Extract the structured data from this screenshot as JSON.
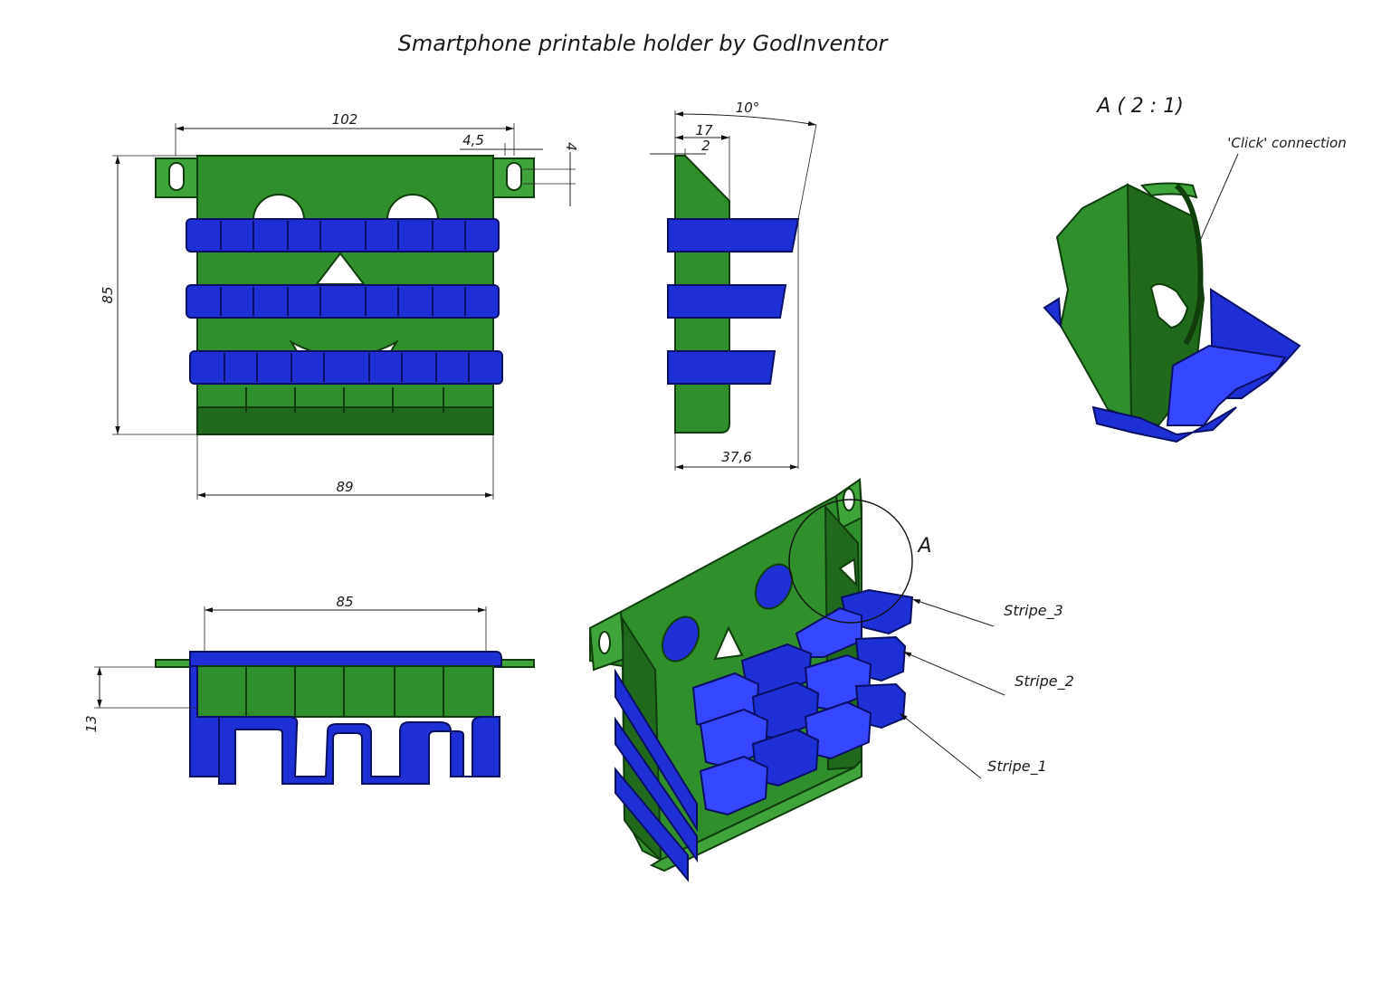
{
  "title": "Smartphone printable holder by GodInventor",
  "detail": {
    "label": "A ( 2 : 1)",
    "callout": "'Click' connection",
    "view_marker": "A"
  },
  "dimensions": {
    "front_width_top": "102",
    "front_width_bottom": "89",
    "front_height": "85",
    "slot_offset": "4,5",
    "slot_height": "4",
    "side_angle": "10°",
    "side_top": "17",
    "side_wall": "2",
    "side_depth": "37,6",
    "bottom_width": "85",
    "bottom_height": "13"
  },
  "callouts": {
    "stripe_3": "Stripe_3",
    "stripe_2": "Stripe_2",
    "stripe_1": "Stripe_1"
  },
  "colors": {
    "body": "#2f8f2a",
    "stripe": "#1f2fd6",
    "outline": "#0f3d0c"
  }
}
